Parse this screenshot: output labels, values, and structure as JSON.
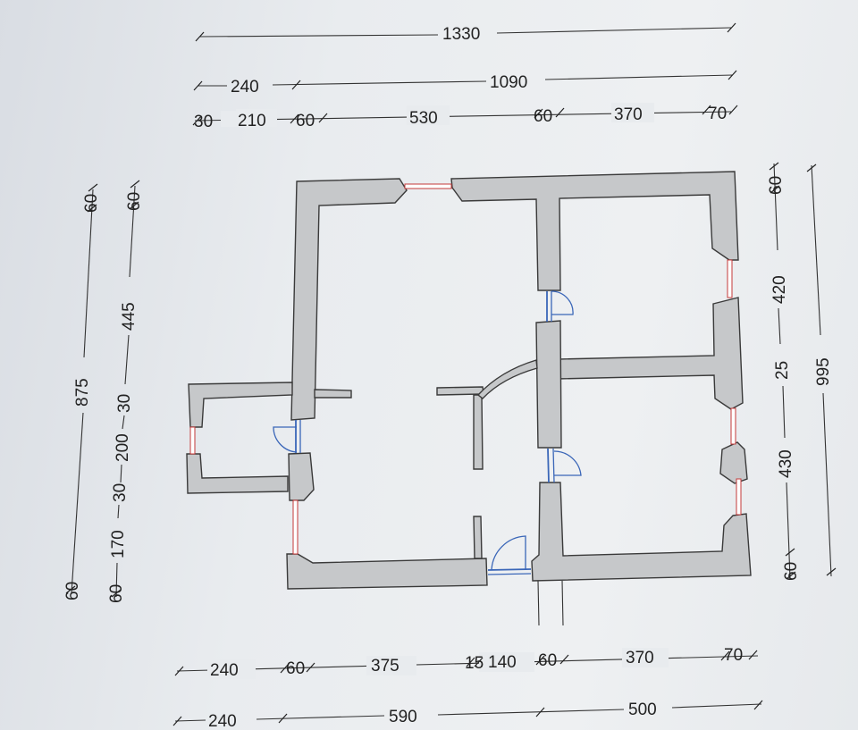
{
  "dimensions": {
    "top_overall": "1330",
    "top_row2_left": "240",
    "top_row2_right": "1090",
    "top_row3": [
      "30",
      "210",
      "60",
      "530",
      "60",
      "370",
      "70"
    ],
    "bottom_row1": [
      "240",
      "60",
      "375",
      "15",
      "140",
      "60",
      "370",
      "70"
    ],
    "bottom_row2": [
      "240",
      "590",
      "500"
    ],
    "left_outer": [
      "875",
      "60",
      "60"
    ],
    "left_inner": [
      "60",
      "445",
      "30",
      "200",
      "30",
      "170",
      "60"
    ],
    "right_inner": [
      "60",
      "420",
      "25",
      "430",
      "60"
    ],
    "right_outer": "995"
  },
  "colors": {
    "wall_fill": "#c6c8ca",
    "wall_stroke": "#3a3a3a",
    "window": "#c43a3a",
    "door": "#3a66b8",
    "dimension_line": "#333333"
  }
}
